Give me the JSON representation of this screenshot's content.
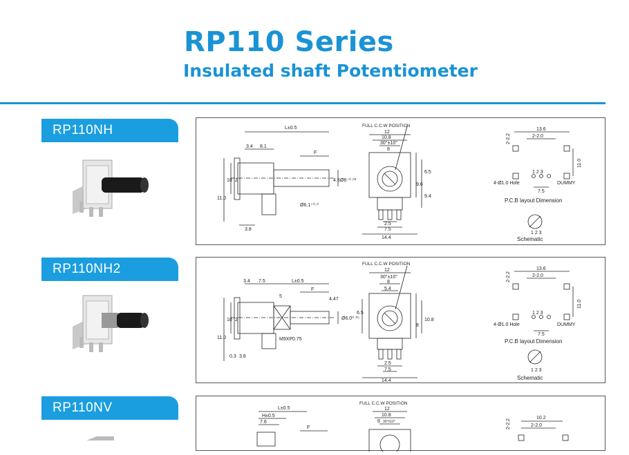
{
  "header": {
    "title": "RP110 Series",
    "subtitle": "Insulated shaft Potentiometer"
  },
  "sections": [
    {
      "name": "RP110NH",
      "side": {
        "L": "L±0.5",
        "d1": "3.4",
        "d2": "8.1",
        "F": "F",
        "h1": "10",
        "h2": "11.0",
        "h3": "2",
        "h4": "4.5",
        "shaft": "Ø6⁻⁰·⁰³",
        "shaft2": "Ø6.1⁺⁰·⁰",
        "bottom": "3.8"
      },
      "front": {
        "label": "FULL C.C.W POSITION",
        "w12": "12",
        "w108": "10.8",
        "angle": "30°±10°",
        "w8": "8",
        "h65": "6.5",
        "h96": "9.6",
        "h94": "9.4",
        "b25": "2.5",
        "b75": "7.5",
        "b144": "14.4"
      },
      "pcb": {
        "top": "13.6",
        "pitch": "2-2.0",
        "side": "2-2.2",
        "right": "11.0",
        "hole": "4-Ø1.0 Hole",
        "dummy": "DUMMY",
        "n123": "1 2 3",
        "b75": "7.5",
        "title": "P.C.B layout Dimension",
        "schematic": "Schematic"
      }
    },
    {
      "name": "RP110NH2",
      "side": {
        "L": "L±0.5",
        "d1": "3.4",
        "d2": "7.5",
        "F": "F",
        "h1": "10",
        "h2": "11.0",
        "h3": "2",
        "m": "5",
        "thread": "M9XP0.75",
        "shaft": "Ø6.0⁰·⁰⁵",
        "deg": "4.47",
        "bottom1": "0.3",
        "bottom2": "3.8"
      },
      "front": {
        "label": "FULL C.C.W POSITION",
        "w12": "12",
        "angle": "30°±10°",
        "w8": "8",
        "w54": "5.4",
        "h65": "6.5",
        "h108": "10.8",
        "h8": "8",
        "b25": "2.5",
        "b75": "7.5",
        "b144": "14.4"
      },
      "pcb": {
        "top": "13.6",
        "pitch": "2-2.0",
        "side": "2-2.2",
        "right": "11.0",
        "hole": "4-Ø1.0 Hole",
        "dummy": "DUMMY",
        "n123": "1 2 3",
        "b75": "7.5",
        "title": "P.C.B layout Dimension",
        "schematic": "Schematic"
      }
    },
    {
      "name": "RP110NV",
      "side": {
        "L": "L±0.5",
        "H": "H±0.5",
        "d1": "7.6",
        "F": "F"
      },
      "front": {
        "label": "FULL C.C.W POSITION",
        "w12": "12",
        "w108": "10.8",
        "w8": "8",
        "angle": "30°±10°"
      },
      "pcb": {
        "side": "2-2.2",
        "top": "10.2",
        "pitch": "2-2.0"
      }
    }
  ]
}
